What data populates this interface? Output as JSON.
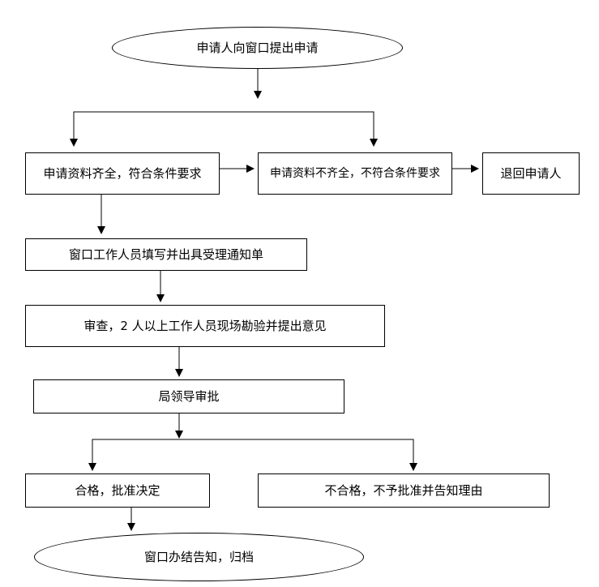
{
  "diagram": {
    "nodes": {
      "start": "申请人向窗口提出申请",
      "complete": "申请资料齐全，符合条件要求",
      "incomplete": "申请资料不齐全，不符合条件要求",
      "return": "退回申请人",
      "notice": "窗口工作人员填写并出具受理通知单",
      "review": "审查，2 人以上工作人员现场勘验并提出意见",
      "approve": "局领导审批",
      "qualified": "合格，批准决定",
      "unqualified": "不合格，不予批准并告知理由",
      "end": "窗口办结告知，归档"
    },
    "line_color": "#000000"
  }
}
